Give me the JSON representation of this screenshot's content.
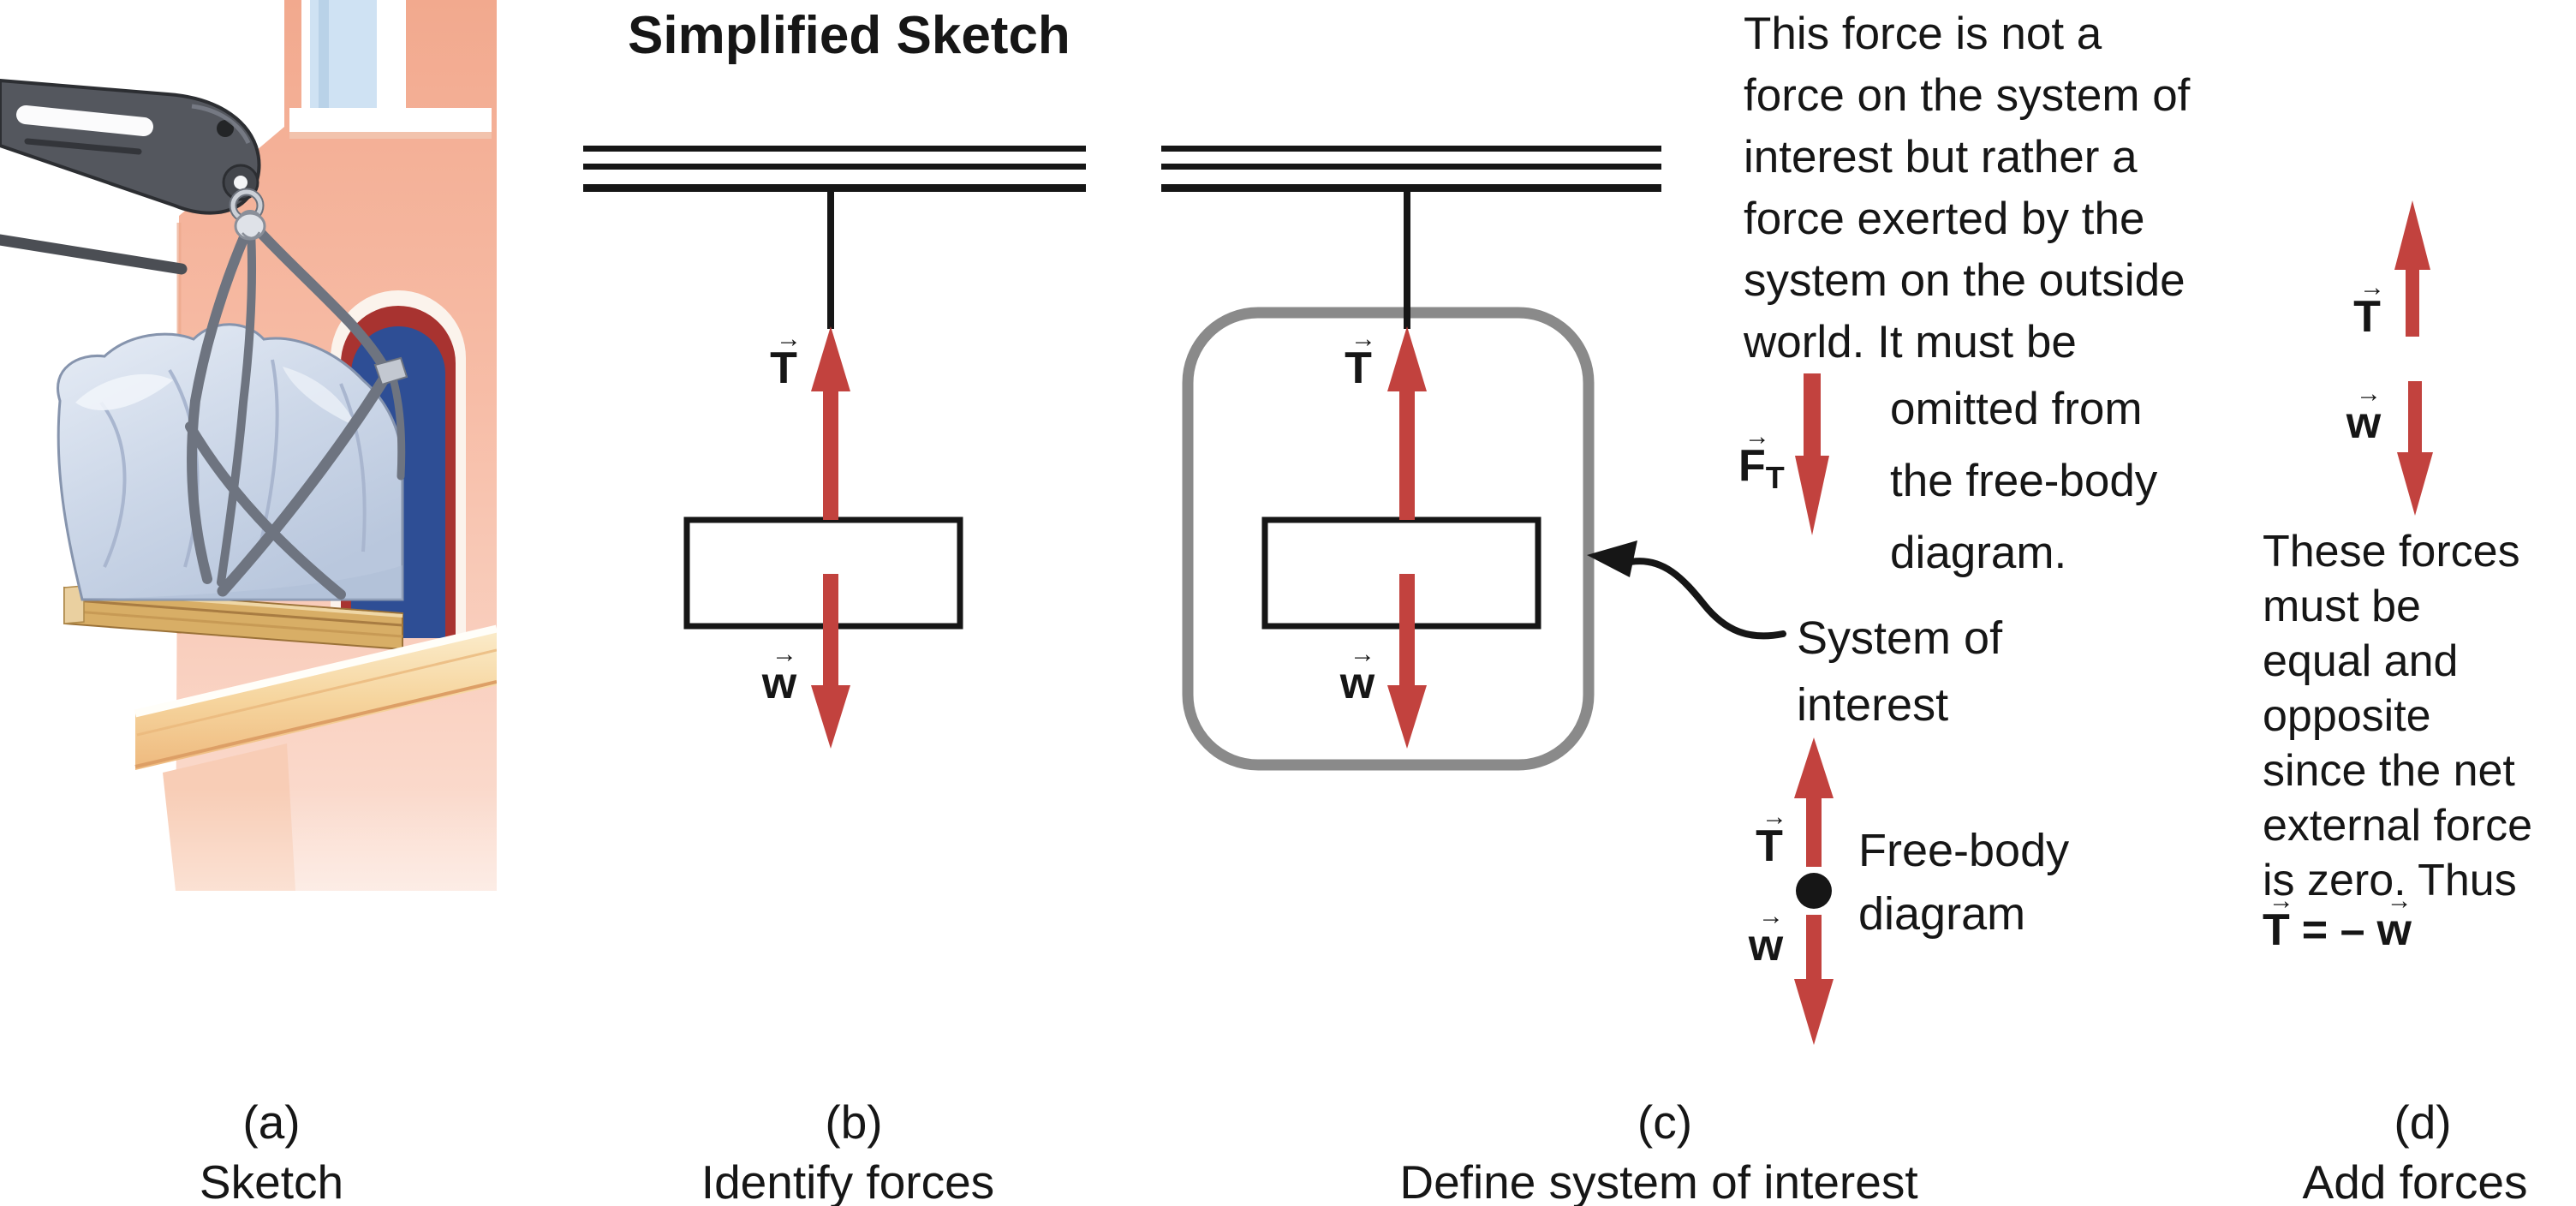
{
  "title": "Simplified Sketch",
  "symbols": {
    "vector_arrow": "→"
  },
  "colors": {
    "arrow_red": "#c2423e",
    "system_outline": "#8a8a8a",
    "ink": "#161616"
  },
  "force_labels": {
    "tension": "T",
    "weight": "w",
    "external": {
      "base": "F",
      "sub": "T"
    }
  },
  "annotations": {
    "external_note_part1": [
      "This force is not a",
      "force on the system of",
      "interest but rather a",
      "force exerted by the",
      "system on the outside",
      "world. It must be"
    ],
    "external_note_part2": [
      "omitted from",
      "the free-body",
      "diagram."
    ],
    "system_label": [
      "System of",
      "interest"
    ],
    "free_body_label": [
      "Free-body",
      "diagram"
    ],
    "equal_opposite_note": [
      "These forces",
      "must be",
      "equal and",
      "opposite",
      "since the net",
      "external force",
      "is zero. Thus"
    ],
    "equation": {
      "lhs": "T",
      "operator": "= –",
      "rhs": "w"
    }
  },
  "captions": {
    "a": {
      "id": "(a)",
      "text": "Sketch"
    },
    "b": {
      "id": "(b)",
      "text": "Identify forces"
    },
    "c": {
      "id": "(c)",
      "text": "Define system of interest"
    },
    "d": {
      "id": "(d)",
      "text": "Add forces"
    }
  }
}
